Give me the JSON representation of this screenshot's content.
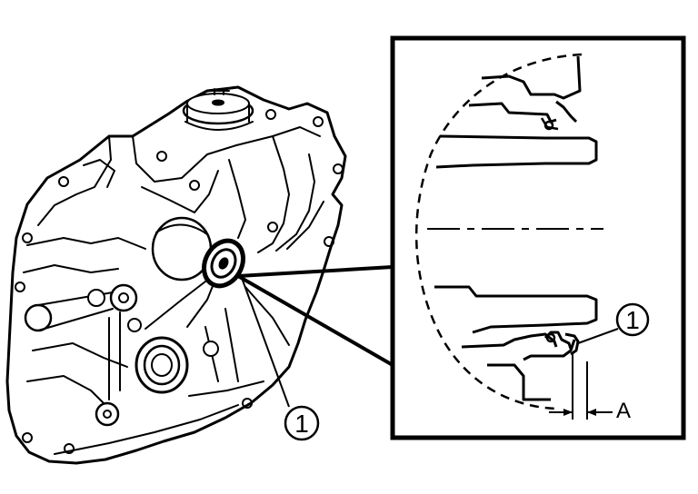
{
  "callouts": {
    "main": "1",
    "detail": "1"
  },
  "dimension_label": "A",
  "colors": {
    "line": "#000000",
    "background": "#ffffff"
  }
}
